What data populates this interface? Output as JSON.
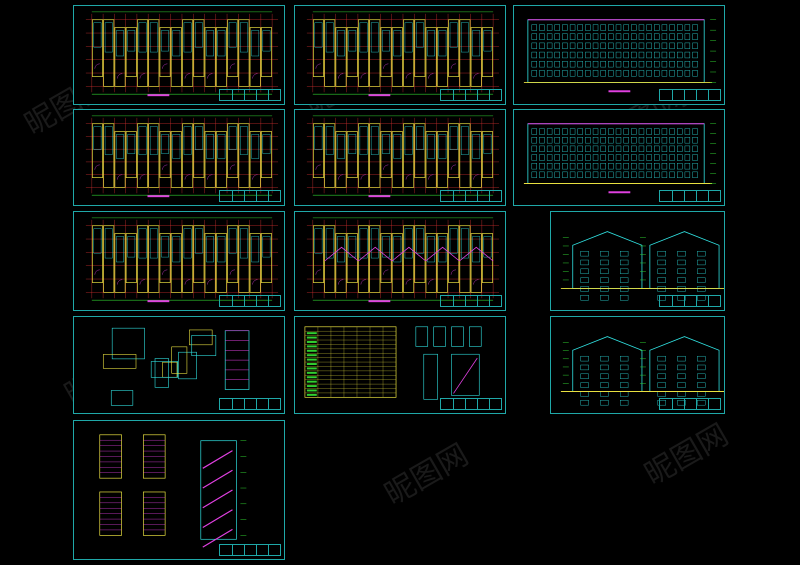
{
  "watermark": {
    "text": "昵图网",
    "icon": "nipic-logo-icon"
  },
  "colors": {
    "frame": "#1fa8a8",
    "wall": "#e8e040",
    "axis": "#d03030",
    "dim": "#30d030",
    "magenta": "#e040e0",
    "cyan": "#30e0e0"
  },
  "sheets": [
    {
      "id": "plan-1",
      "kind": "plan"
    },
    {
      "id": "plan-2",
      "kind": "plan"
    },
    {
      "id": "elev-1",
      "kind": "elevation"
    },
    {
      "id": "plan-3",
      "kind": "plan"
    },
    {
      "id": "plan-4",
      "kind": "plan"
    },
    {
      "id": "elev-2",
      "kind": "elevation"
    },
    {
      "id": "plan-5",
      "kind": "plan"
    },
    {
      "id": "roof",
      "kind": "roof"
    },
    {
      "id": "side-elev-1",
      "kind": "side"
    },
    {
      "id": "details-1",
      "kind": "detail"
    },
    {
      "id": "door-window-schedule",
      "kind": "table"
    },
    {
      "id": "side-elev-2",
      "kind": "side"
    },
    {
      "id": "stair-details",
      "kind": "stair"
    }
  ]
}
